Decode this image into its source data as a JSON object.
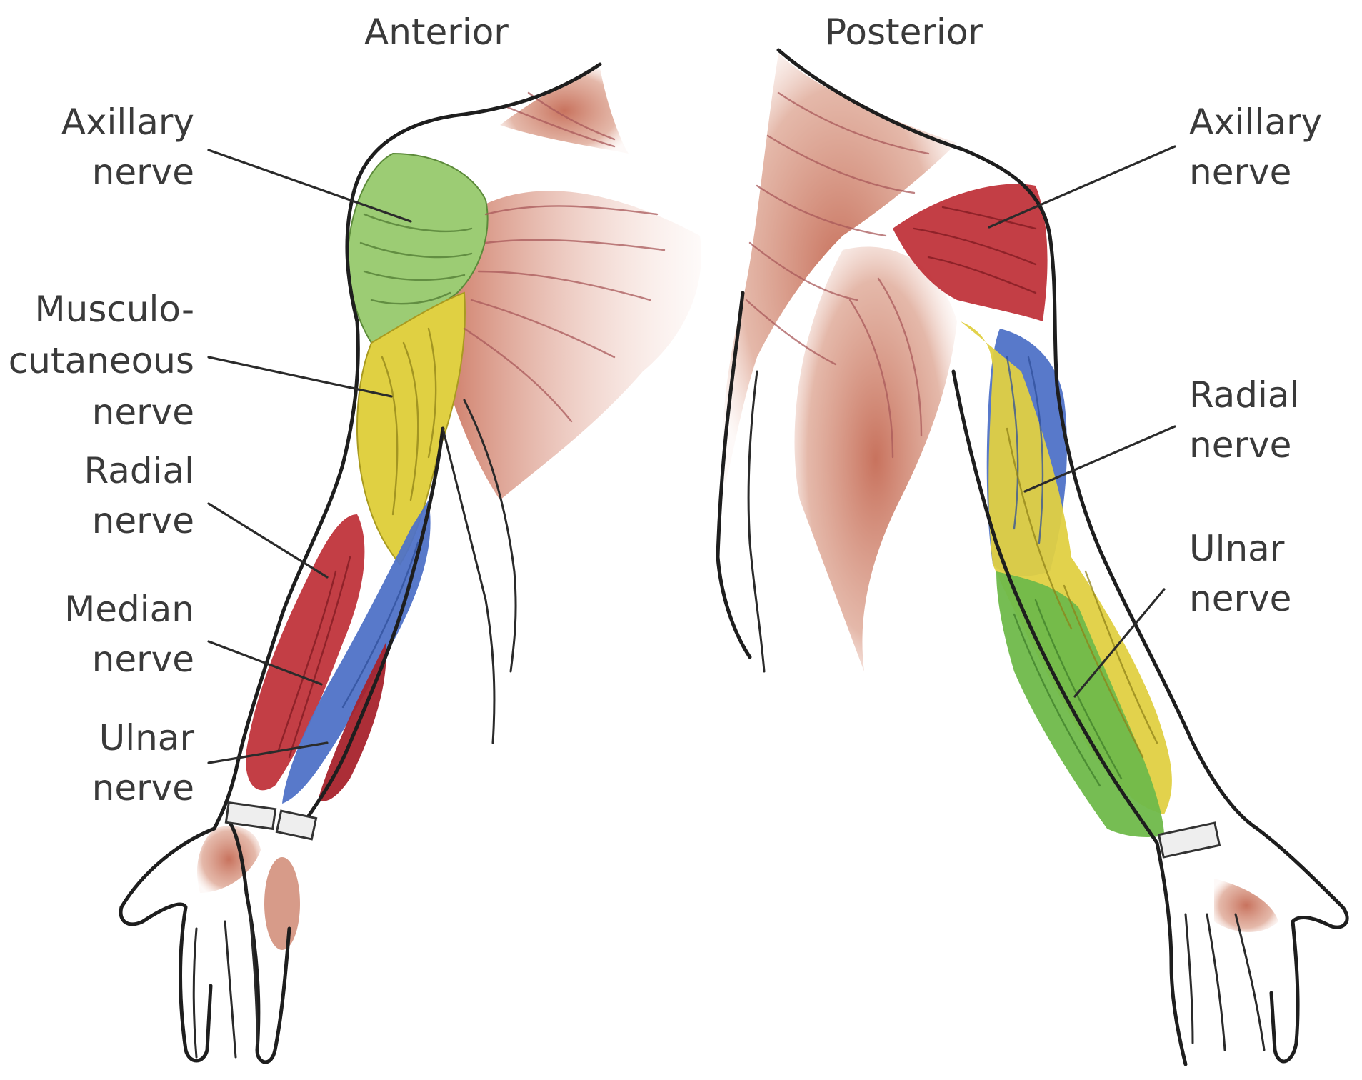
{
  "views": {
    "anterior": {
      "heading": "Anterior",
      "labels": {
        "axillary": [
          "Axillary",
          "nerve"
        ],
        "musculocutaneous": [
          "Musculo-",
          "cutaneous",
          "nerve"
        ],
        "radial": [
          "Radial",
          "nerve"
        ],
        "median": [
          "Median",
          "nerve"
        ],
        "ulnar": [
          "Ulnar",
          "nerve"
        ]
      }
    },
    "posterior": {
      "heading": "Posterior",
      "labels": {
        "axillary": [
          "Axillary",
          "nerve"
        ],
        "radial": [
          "Radial",
          "nerve"
        ],
        "ulnar": [
          "Ulnar",
          "nerve"
        ]
      }
    }
  },
  "colors": {
    "axillary": "#8fc46b",
    "musculocutaneous": "#e0d042",
    "radial_anterior": "#c0343b",
    "median": "#4f72c7",
    "ulnar_anterior": "#a8232c",
    "axillary_posterior": "#c0343b",
    "radial_posterior": "#4f72c7",
    "ulnar_posterior": "#6fb94a",
    "muscle": "#c97a62",
    "outline": "#1e1e1e"
  }
}
